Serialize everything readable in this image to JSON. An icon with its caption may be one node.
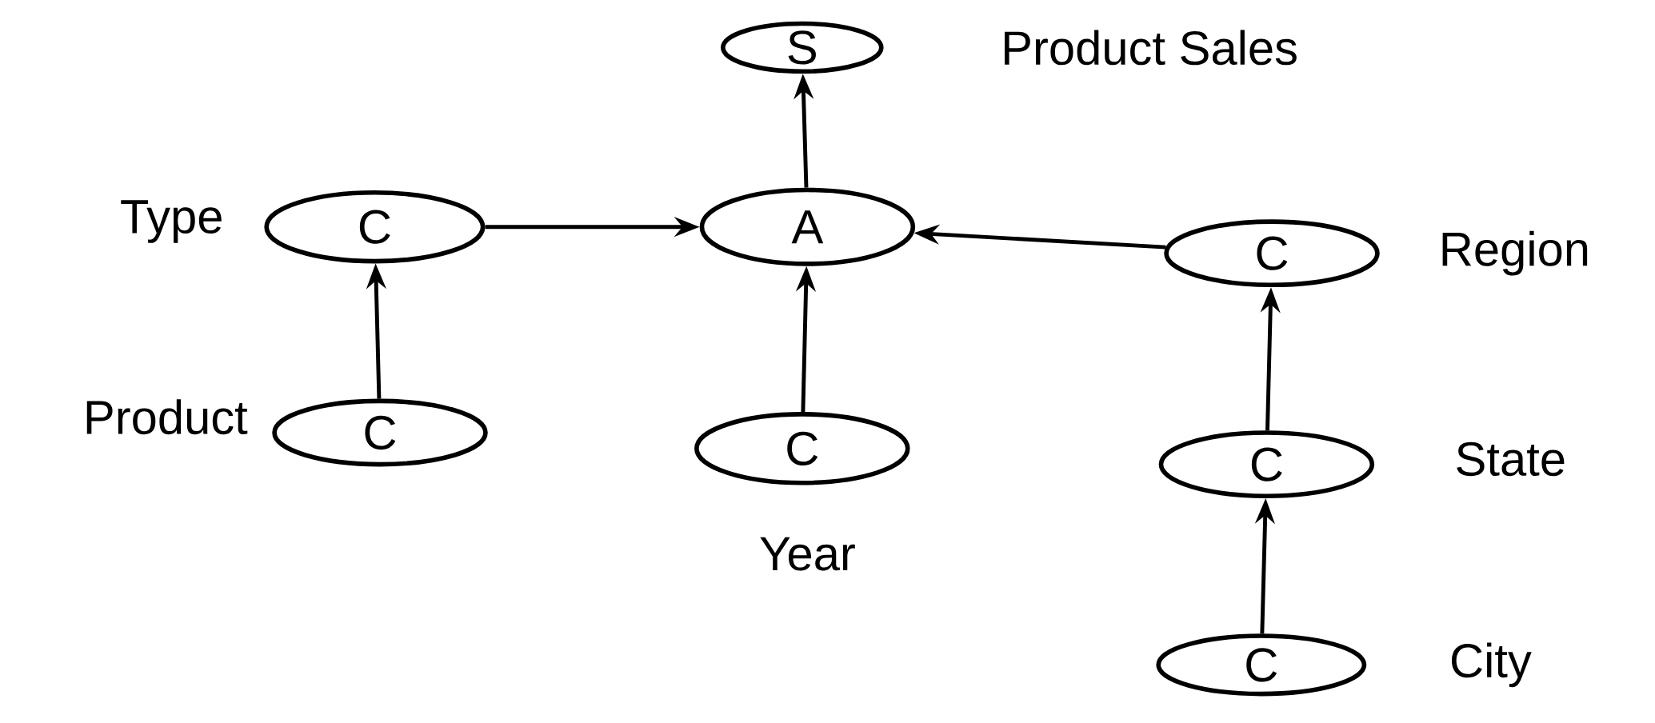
{
  "diagram": {
    "nodes": [
      {
        "text": [
          "S"
        ],
        "beside": [
          "Product Sales"
        ]
      },
      {
        "text": [
          "C"
        ],
        "beside": [
          "Type"
        ]
      },
      {
        "text": [
          "A"
        ]
      },
      {
        "text": [
          "C"
        ],
        "beside": [
          "Region"
        ]
      },
      {
        "text": [
          "C"
        ],
        "beside": [
          "Product"
        ]
      },
      {
        "text": [
          "C"
        ],
        "beside": [
          "Year"
        ]
      },
      {
        "text": [
          "C"
        ],
        "beside": [
          "State"
        ]
      },
      {
        "text": [
          "C"
        ],
        "beside": [
          "City"
        ]
      }
    ],
    "edges": [
      {
        "from": 2,
        "to": 0,
        "arrow": "to"
      },
      {
        "from": 1,
        "to": 2,
        "arrow": "to"
      },
      {
        "from": 3,
        "to": 2,
        "arrow": "to"
      },
      {
        "from": 4,
        "to": 1,
        "arrow": "to"
      },
      {
        "from": 5,
        "to": 2,
        "arrow": "to"
      },
      {
        "from": 6,
        "to": 3,
        "arrow": "to"
      },
      {
        "from": 7,
        "to": 6,
        "arrow": "to"
      }
    ]
  }
}
